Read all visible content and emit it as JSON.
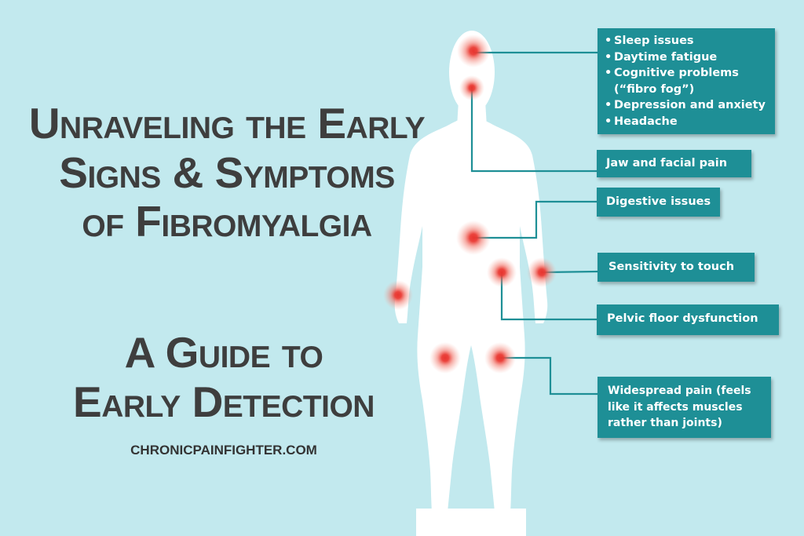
{
  "title_lines": [
    "Unraveling the Early",
    "Signs & Symptoms",
    "of Fibromyalgia"
  ],
  "subtitle_lines": [
    "A Guide to",
    "Early Detection"
  ],
  "website": "CHRONICPAINFIGHTER.COM",
  "colors": {
    "background": "#c2e9ee",
    "box": "#1e8f96",
    "connector": "#1e8f96",
    "body_silhouette": "#ffffff",
    "pain_spot": "#e8352f",
    "title_text": "#3e3e3e"
  },
  "symptom_boxes": {
    "head": {
      "items": [
        "Sleep issues",
        "Daytime fatigue",
        "Cognitive problems",
        "(“fibro fog”)",
        "Depression and anxiety",
        "Headache"
      ],
      "bullet": "•"
    },
    "jaw": {
      "label": "Jaw and facial pain"
    },
    "digestive": {
      "label": "Digestive issues"
    },
    "touch": {
      "label": "Sensitivity to touch"
    },
    "pelvic": {
      "label": "Pelvic floor dysfunction"
    },
    "widespread": {
      "lines": [
        "Widespread pain (feels",
        "like it affects muscles",
        "rather than joints)"
      ]
    }
  }
}
